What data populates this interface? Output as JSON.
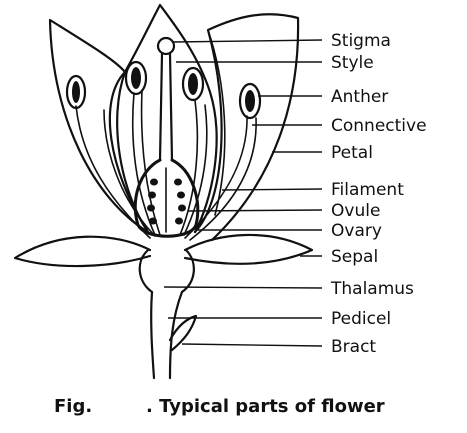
{
  "labels": {
    "stigma": "Stigma",
    "style": "Style",
    "anther": "Anther",
    "connective": "Connective",
    "petal": "Petal",
    "filament": "Filament",
    "ovule": "Ovule",
    "ovary": "Ovary",
    "sepal": "Sepal",
    "thalamus": "Thalamus",
    "pedicel": "Pedicel",
    "bract": "Bract"
  },
  "caption": {
    "prefix": "Fig.",
    "text": ". Typical parts of flower"
  }
}
